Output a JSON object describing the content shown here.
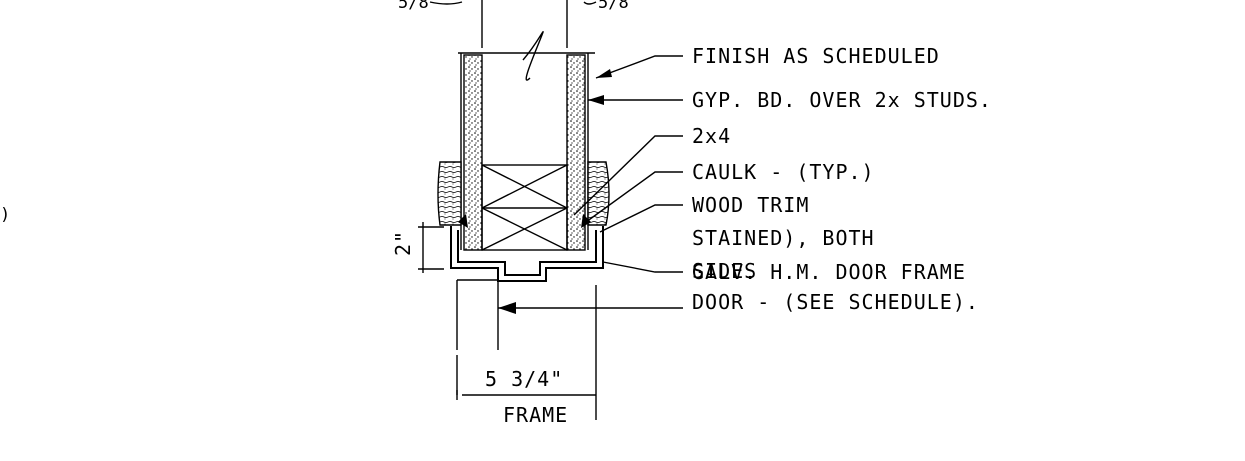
{
  "drawing": {
    "top_left_dim": "5/8",
    "top_right_dim": "5/8",
    "left_edge_glyph": ")",
    "trim_height_dim": "2\"",
    "frame_width_dim": "5 3/4\"",
    "frame_label": "FRAME",
    "labels": [
      "FINISH AS SCHEDULED",
      "GYP. BD. OVER 2x STUDS.",
      "2x4",
      "CAULK - (TYP.)",
      "WOOD TRIM",
      "STAINED), BOTH",
      "SIDES",
      "GALV. H.M. DOOR FRAME",
      "DOOR - (SEE SCHEDULE)."
    ]
  }
}
